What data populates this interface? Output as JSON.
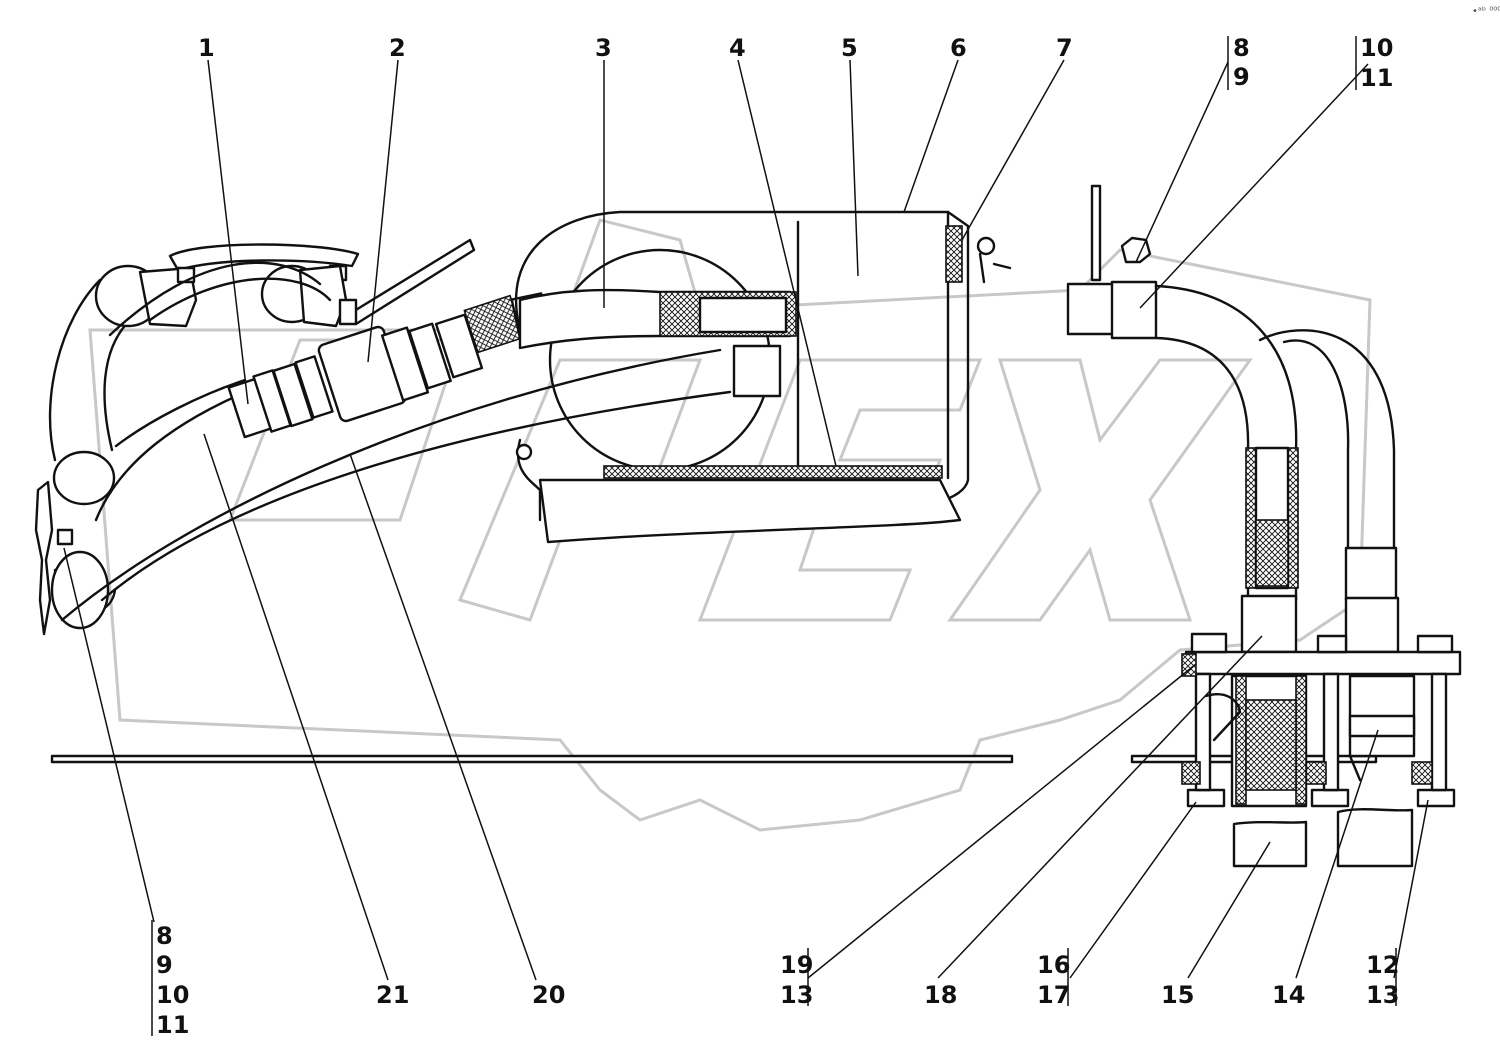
{
  "corner_mark": "•ᵃᵇ ⁰⁰⁰",
  "watermark": "OPEX",
  "callouts": {
    "c1": "1",
    "c2": "2",
    "c3": "3",
    "c4": "4",
    "c5": "5",
    "c6": "6",
    "c7": "7",
    "c8_9": [
      "8",
      "9"
    ],
    "c10_11": [
      "10",
      "11"
    ],
    "c8_11_left": [
      "8",
      "9",
      "10",
      "11"
    ],
    "c21": "21",
    "c20": "20",
    "c19_13": [
      "19",
      "13"
    ],
    "c18": "18",
    "c16_17": [
      "16",
      "17"
    ],
    "c15": "15",
    "c14": "14",
    "c12_13": [
      "12",
      "13"
    ]
  }
}
